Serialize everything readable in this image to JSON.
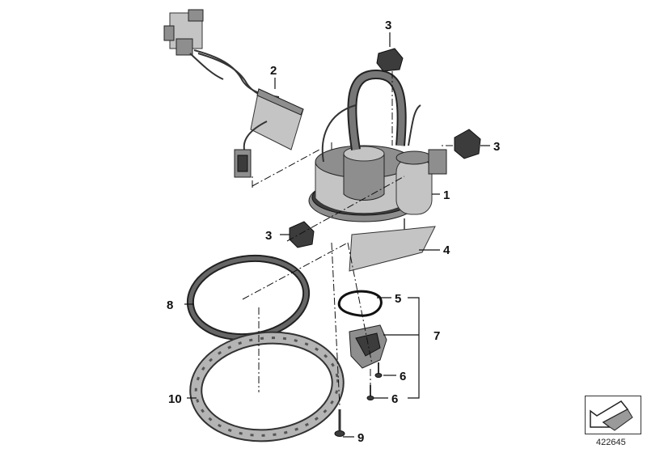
{
  "diagram": {
    "callouts": {
      "c1": "1",
      "c2": "2",
      "c3a": "3",
      "c3b": "3",
      "c3c": "3",
      "c4": "4",
      "c5": "5",
      "c6a": "6",
      "c6b": "6",
      "c7": "7",
      "c8": "8",
      "c9": "9",
      "c10": "10"
    },
    "reference_number": "422645",
    "nav_icon": "arrow-down-left-icon"
  }
}
